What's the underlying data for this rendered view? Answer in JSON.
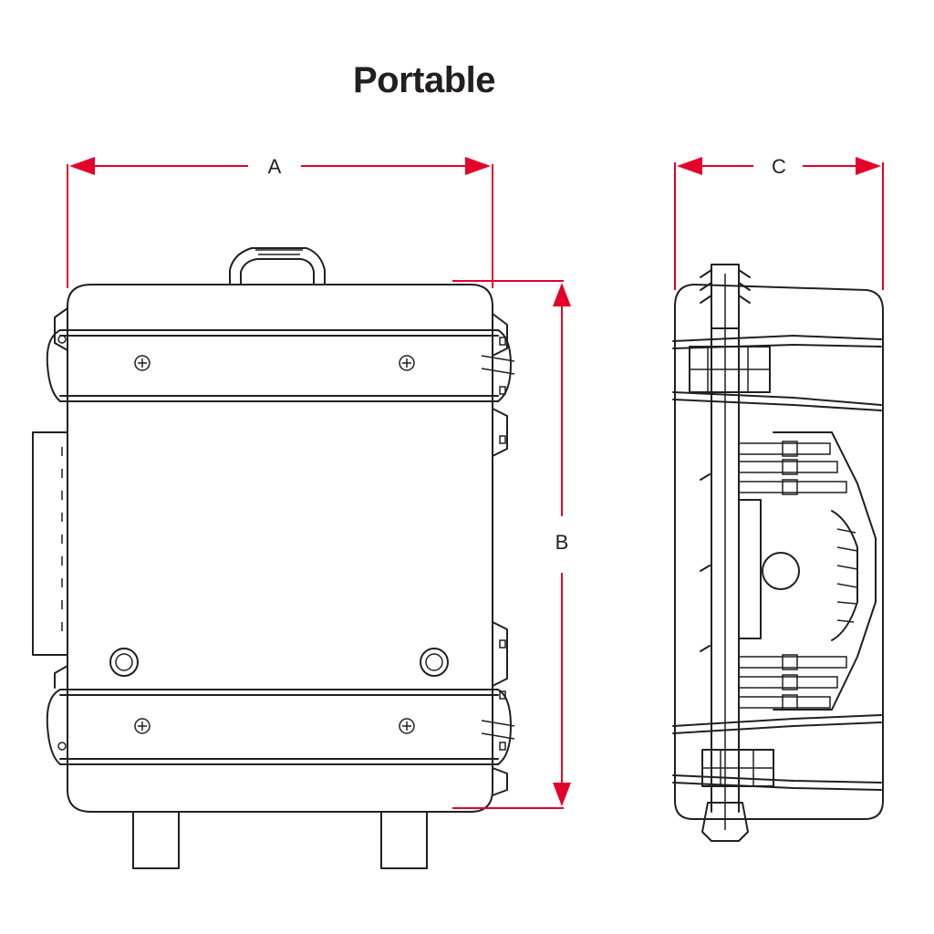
{
  "title": "Portable",
  "dimensions": {
    "a_label": "A",
    "b_label": "B",
    "c_label": "C"
  },
  "colors": {
    "dimension_line": "#e4002b",
    "outline": "#231f20",
    "background": "#ffffff"
  }
}
